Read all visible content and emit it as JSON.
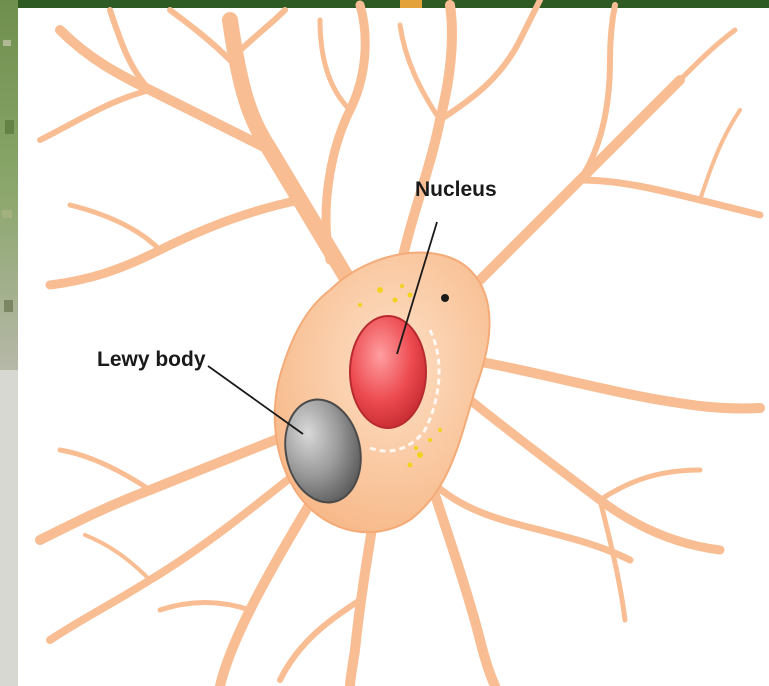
{
  "labels": {
    "nucleus": "Nucleus",
    "lewy_body": "Lewy body"
  },
  "colors": {
    "neuron_fill": "#f9bd93",
    "neuron_body": "#fbc8a2",
    "nucleus": "#e8383f",
    "lewy_body": "#8e8e8e",
    "granules": "#f2d21c",
    "background_photo": "#7a9a5c",
    "top_bar": "#2f6b2a"
  },
  "icons": {
    "neuron": "neuron-illustration",
    "background": "microscopy-photo-fragment"
  }
}
